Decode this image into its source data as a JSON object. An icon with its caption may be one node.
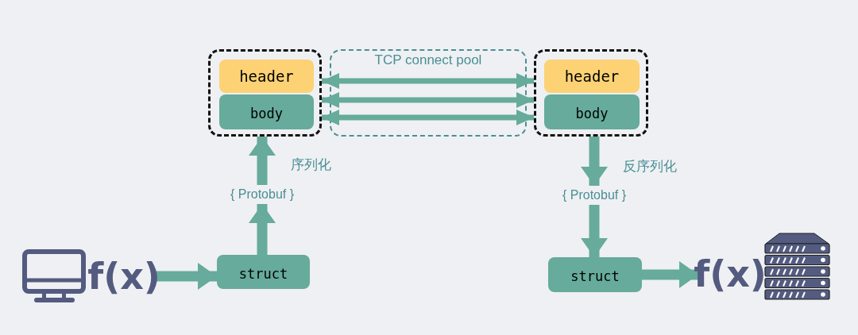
{
  "diagram": {
    "nodes": [
      {
        "text": [],
        "shape": "box"
      },
      {
        "text": [
          "header"
        ],
        "in": 0
      },
      {
        "text": [
          "body"
        ],
        "in": 0
      },
      {
        "text": [],
        "shape": "box"
      },
      {
        "text": [
          "header"
        ],
        "in": 3
      },
      {
        "text": [
          "body"
        ],
        "in": 3
      },
      {
        "text": [
          "f(x)"
        ]
      },
      {
        "text": [
          "struct"
        ]
      },
      {
        "text": [
          "{ Protobuf }"
        ]
      },
      {
        "text": [
          "{ Protobuf }"
        ]
      },
      {
        "text": [
          "struct"
        ]
      },
      {
        "text": [
          "f(x)"
        ]
      }
    ],
    "edges": [
      {
        "from": 6,
        "to": 7,
        "arrow": "to"
      },
      {
        "from": 7,
        "to": 8,
        "arrow": "to"
      },
      {
        "from": 8,
        "to": 0,
        "arrow": "to",
        "label": "序列化"
      },
      {
        "from": 0,
        "to": 3,
        "arrow": "both"
      },
      {
        "from": 0,
        "to": 3,
        "arrow": "both"
      },
      {
        "from": 0,
        "to": 3,
        "arrow": "both"
      },
      {
        "from": 3,
        "to": 9,
        "arrow": "to",
        "label": "反序列化"
      },
      {
        "from": 9,
        "to": 10,
        "arrow": "to"
      },
      {
        "from": 10,
        "to": 11,
        "arrow": "to"
      }
    ],
    "labels": [
      "TCP connect pool"
    ]
  }
}
